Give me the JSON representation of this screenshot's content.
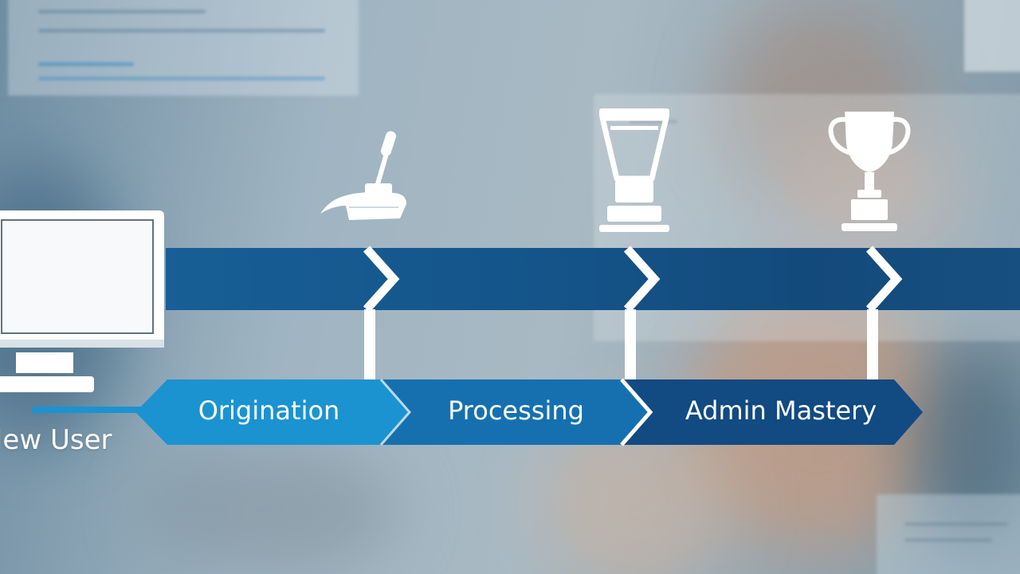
{
  "start": {
    "label": "New User",
    "icon": "monitor-icon"
  },
  "stages": [
    {
      "label": "Origination",
      "icon": "joystick-icon",
      "color": "#1b93d0"
    },
    {
      "label": "Processing",
      "icon": "blender-icon",
      "color": "#1670b0"
    },
    {
      "label": "Admin Mastery",
      "icon": "trophy-icon",
      "color": "#124a82"
    }
  ],
  "colors": {
    "track": "#145489",
    "connector": "#ffffff",
    "accent": "#1b93d0"
  }
}
